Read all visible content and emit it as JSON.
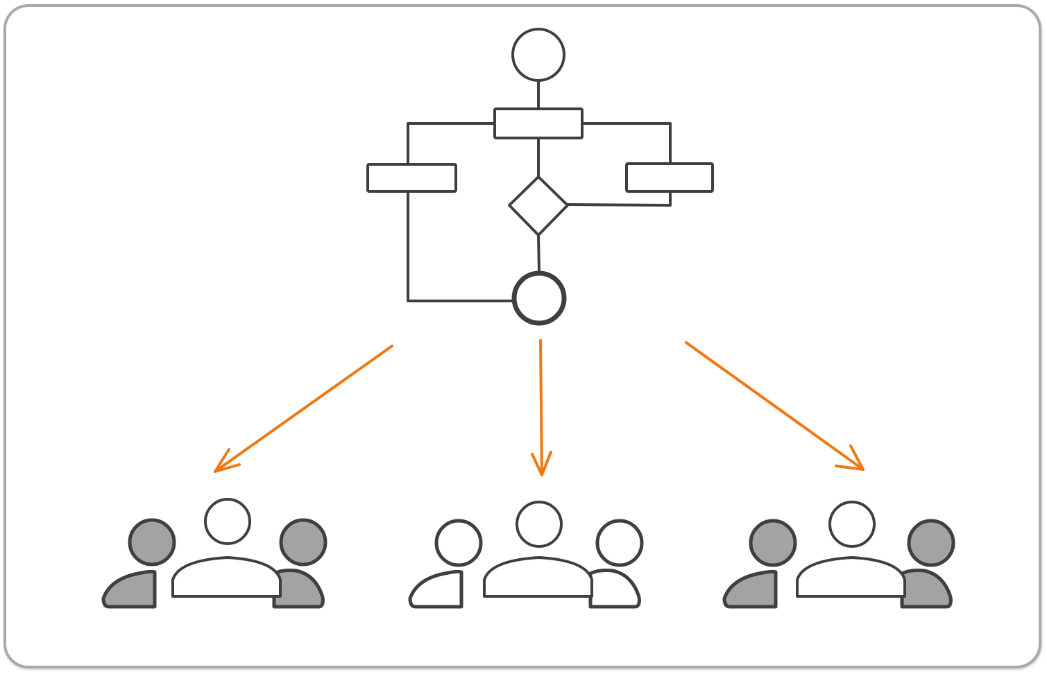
{
  "colors": {
    "ink": "#3f3f3f",
    "accent": "#f07810",
    "person_gray": "#a3a3a3",
    "person_white": "#ffffff",
    "frame_border": "#a9a9a9"
  },
  "diagram": {
    "description_nodes": [
      "start-node",
      "process-box",
      "left-box",
      "right-box",
      "decision-diamond",
      "end-node"
    ],
    "groups": [
      {
        "name": "group-left",
        "side_fill": "gray"
      },
      {
        "name": "group-center",
        "side_fill": "white"
      },
      {
        "name": "group-right",
        "side_fill": "gray"
      }
    ]
  }
}
